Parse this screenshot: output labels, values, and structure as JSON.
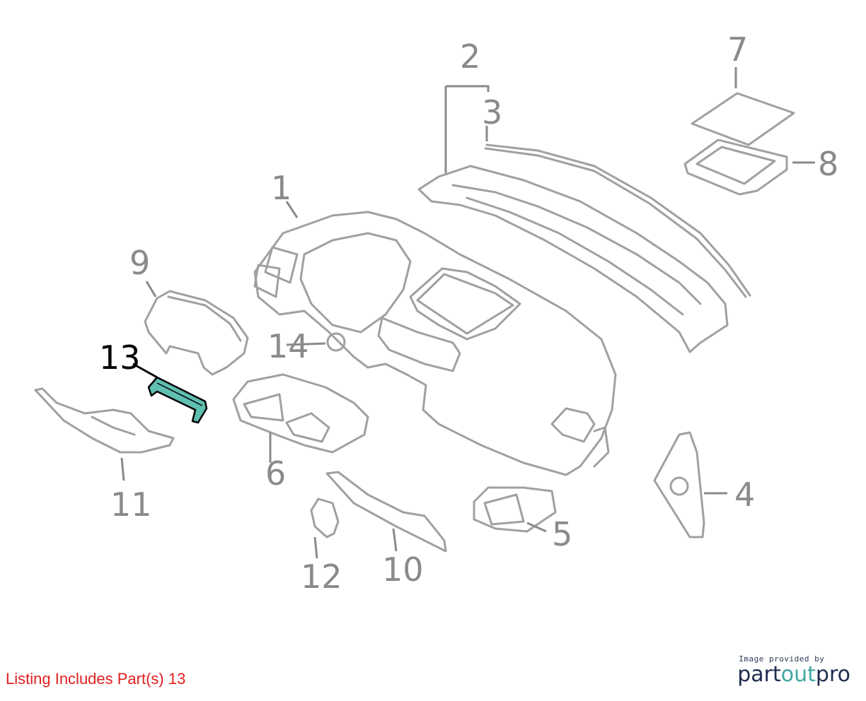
{
  "diagram": {
    "callouts": [
      "1",
      "2",
      "3",
      "4",
      "5",
      "6",
      "7",
      "8",
      "9",
      "10",
      "11",
      "12",
      "13",
      "14"
    ],
    "highlighted_part": "13",
    "highlight_color": "#5fbfb0",
    "line_color": "#a0a0a0",
    "label_color": "#8a8a8a"
  },
  "footer": {
    "listing": "Listing Includes Part(s) 13",
    "listing_color": "#e01e1e",
    "credit_small": "Image provided by",
    "logo_part1": "part",
    "logo_part2": "out",
    "logo_part3": "pro"
  }
}
